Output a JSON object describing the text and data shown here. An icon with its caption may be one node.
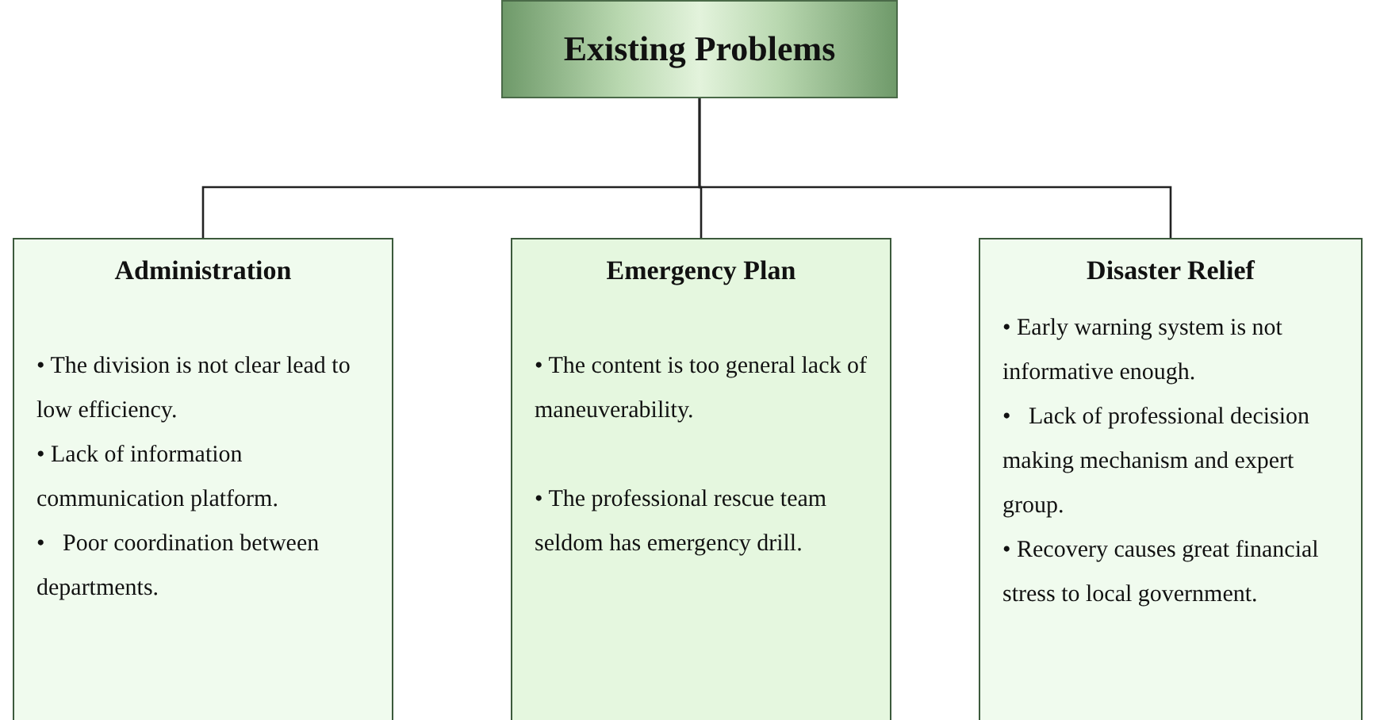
{
  "diagram": {
    "nodes": [
      {
        "text": [
          "Existing Problems"
        ]
      },
      {
        "text": [
          "Administration",
          "• The division is not clear lead to low efficiency.",
          "• Lack of information communication platform.",
          "•   Poor coordination between departments."
        ]
      },
      {
        "text": [
          "Emergency Plan",
          "• The content is too general lack of maneuverability.",
          "• The professional rescue team seldom has emergency drill."
        ]
      },
      {
        "text": [
          "Disaster Relief",
          "• Early warning system is not informative enough.",
          "•   Lack of professional decision making mechanism and expert group.",
          "• Recovery causes great financial stress to local government."
        ]
      }
    ],
    "edges": [
      {
        "from": 0,
        "to": 1,
        "arrow": "none"
      },
      {
        "from": 0,
        "to": 2,
        "arrow": "none"
      },
      {
        "from": 0,
        "to": 3,
        "arrow": "none"
      }
    ]
  }
}
